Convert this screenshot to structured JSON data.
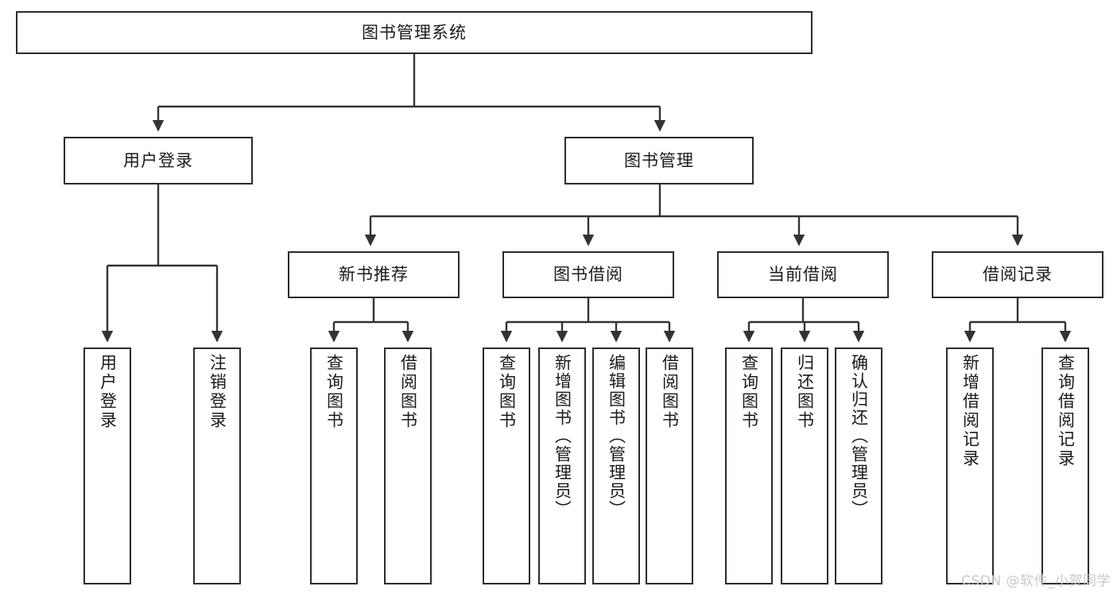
{
  "diagram": {
    "title": "图书管理系统",
    "type": "tree-hierarchy-function-structure",
    "colors": {
      "box_border": "#2b2b2b",
      "box_fill": "#ffffff",
      "edge": "#333333",
      "text": "#1a1a1a",
      "watermark": "#c9c9c9"
    },
    "nodes": {
      "root": {
        "label": "图书管理系统"
      },
      "level2": [
        {
          "id": "user-login",
          "label": "用户登录"
        },
        {
          "id": "book-management",
          "label": "图书管理"
        }
      ],
      "level3": [
        {
          "id": "new-book-recommend",
          "label": "新书推荐"
        },
        {
          "id": "book-borrow",
          "label": "图书借阅"
        },
        {
          "id": "current-borrow",
          "label": "当前借阅"
        },
        {
          "id": "borrow-record",
          "label": "借阅记录"
        }
      ],
      "leaves": {
        "user-login": [
          {
            "id": "leaf-user-login",
            "label": "用户登录"
          },
          {
            "id": "leaf-logout",
            "label": "注销登录"
          }
        ],
        "new-book-recommend": [
          {
            "id": "leaf-query-book-1",
            "label": "查询图书"
          },
          {
            "id": "leaf-borrow-book-1",
            "label": "借阅图书"
          }
        ],
        "book-borrow": [
          {
            "id": "leaf-query-book-2",
            "label": "查询图书"
          },
          {
            "id": "leaf-add-book",
            "label": "新增图书（管理员）"
          },
          {
            "id": "leaf-edit-book",
            "label": "编辑图书（管理员）"
          },
          {
            "id": "leaf-borrow-book-2",
            "label": "借阅图书"
          }
        ],
        "current-borrow": [
          {
            "id": "leaf-query-book-3",
            "label": "查询图书"
          },
          {
            "id": "leaf-return-book",
            "label": "归还图书"
          },
          {
            "id": "leaf-confirm-return",
            "label": "确认归还（管理员）"
          }
        ],
        "borrow-record": [
          {
            "id": "leaf-add-record",
            "label": "新增借阅记录"
          },
          {
            "id": "leaf-query-record",
            "label": "查询借阅记录"
          }
        ]
      }
    },
    "watermark": "CSDN @软件_小贺同学"
  }
}
